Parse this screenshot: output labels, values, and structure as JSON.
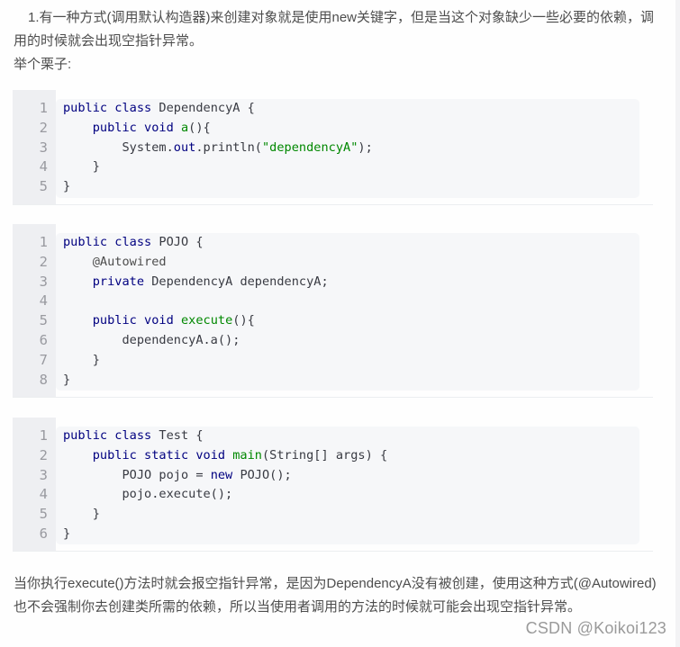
{
  "article": {
    "intro_paragraph": "1.有一种方式(调用默认构造器)来创建对象就是使用new关键字，但是当这个对象缺少一些必要的依赖，调用的时候就会出现空指针异常。",
    "example_label": "举个栗子:",
    "conclusion_paragraph": "当你执行execute()方法时就会报空指针异常，是因为DependencyA没有被创建，使用这种方式(@Autowired)也不会强制你去创建类所需的依赖，所以当使用者调用的方法的时候就可能会出现空指针异常。"
  },
  "code_blocks": [
    {
      "language": "java",
      "lines": [
        [
          [
            "kw",
            "public class "
          ],
          [
            "t",
            "DependencyA {"
          ]
        ],
        [
          [
            "t",
            "    "
          ],
          [
            "kw",
            "public void "
          ],
          [
            "fn",
            "a"
          ],
          [
            "t",
            "(){"
          ]
        ],
        [
          [
            "t",
            "        System."
          ],
          [
            "kw",
            "out"
          ],
          [
            "t",
            ".println("
          ],
          [
            "str",
            "\"dependencyA\""
          ],
          [
            "t",
            ");"
          ]
        ],
        [
          [
            "t",
            "    }"
          ]
        ],
        [
          [
            "t",
            "}"
          ]
        ]
      ]
    },
    {
      "language": "java",
      "lines": [
        [
          [
            "kw",
            "public class "
          ],
          [
            "t",
            "POJO {"
          ]
        ],
        [
          [
            "anno",
            "    @Autowired"
          ]
        ],
        [
          [
            "t",
            "    "
          ],
          [
            "kw",
            "private "
          ],
          [
            "t",
            "DependencyA dependencyA;"
          ]
        ],
        [
          [
            "t",
            ""
          ]
        ],
        [
          [
            "t",
            "    "
          ],
          [
            "kw",
            "public void "
          ],
          [
            "fn",
            "execute"
          ],
          [
            "t",
            "(){"
          ]
        ],
        [
          [
            "t",
            "        dependencyA.a();"
          ]
        ],
        [
          [
            "t",
            "    }"
          ]
        ],
        [
          [
            "t",
            "}"
          ]
        ]
      ]
    },
    {
      "language": "java",
      "lines": [
        [
          [
            "kw",
            "public class "
          ],
          [
            "t",
            "Test {"
          ]
        ],
        [
          [
            "t",
            "    "
          ],
          [
            "kw",
            "public static void "
          ],
          [
            "fn",
            "main"
          ],
          [
            "t",
            "(String[] args) {"
          ]
        ],
        [
          [
            "t",
            "        POJO pojo = "
          ],
          [
            "kw",
            "new "
          ],
          [
            "t",
            "POJO();"
          ]
        ],
        [
          [
            "t",
            "        pojo.execute();"
          ]
        ],
        [
          [
            "t",
            "    }"
          ]
        ],
        [
          [
            "t",
            "}"
          ]
        ]
      ]
    }
  ],
  "watermark": "CSDN @Koikoi123",
  "colors": {
    "keyword": "#000080",
    "function": "#008800",
    "string": "#008800",
    "text": "#383a42",
    "line_number": "#999aa0",
    "code_bg": "#f6f7f9",
    "gutter_bg": "#eeeff2"
  }
}
